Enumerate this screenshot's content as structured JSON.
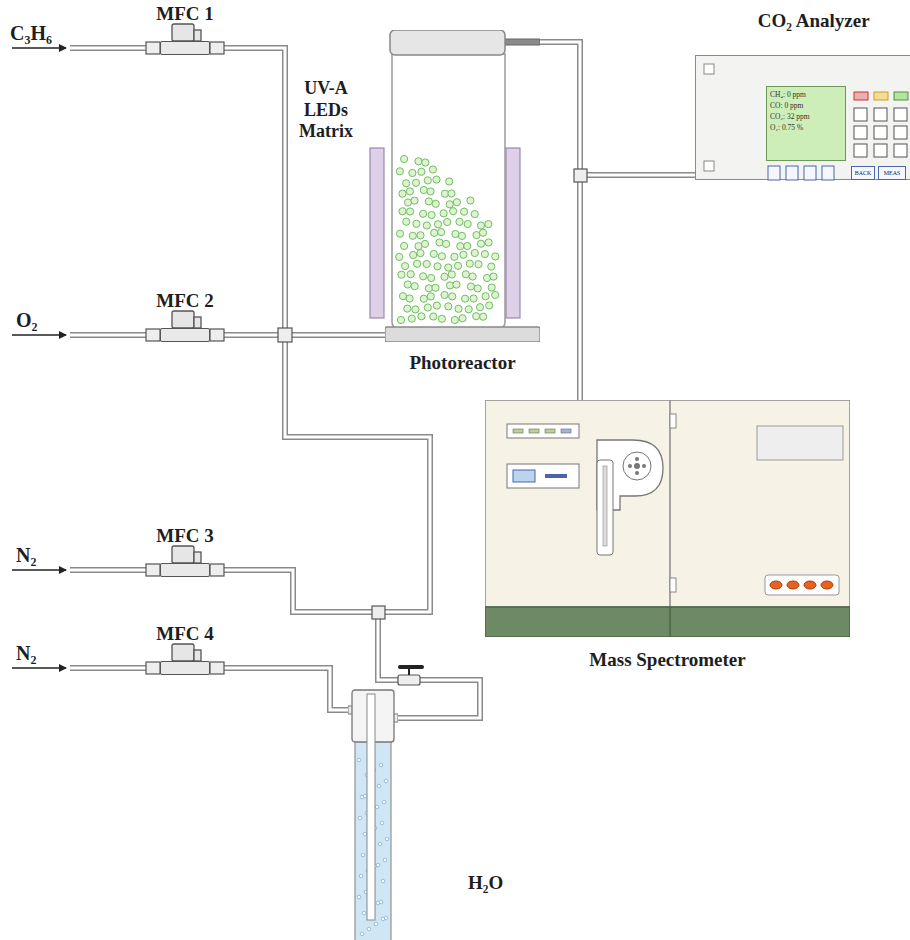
{
  "diagram": {
    "nodes": [
      {
        "text": [
          "MFC 1"
        ]
      },
      {
        "text": [
          "MFC 2"
        ]
      },
      {
        "text": [
          "MFC 3"
        ]
      },
      {
        "text": [
          "MFC 4"
        ]
      },
      {
        "text": [
          "Photoreactor"
        ]
      },
      {
        "text": [
          "CO₂ Analyzer"
        ]
      },
      {
        "text": [
          "CH₄: 0 ppm",
          "CO: 0 ppm",
          "CO₂: 32 ppm",
          "O₂: 0.75 %"
        ],
        "in": 5
      },
      {
        "text": [
          "BACK"
        ],
        "in": 5
      },
      {
        "text": [
          "MEAS"
        ],
        "in": 5
      },
      {
        "text": [
          "Mass Spectrometer"
        ]
      },
      {
        "text": [
          "H₂O"
        ]
      }
    ],
    "edges": [
      {
        "from": 0,
        "to": 4,
        "arrow": "none"
      },
      {
        "from": 1,
        "to": 4,
        "arrow": "none"
      },
      {
        "from": 2,
        "to": 4,
        "arrow": "none"
      },
      {
        "from": 3,
        "to": 10,
        "arrow": "none"
      },
      {
        "from": 10,
        "to": 4,
        "arrow": "none"
      },
      {
        "from": 4,
        "to": 5,
        "arrow": "none"
      },
      {
        "from": 4,
        "to": 9,
        "arrow": "none"
      }
    ],
    "labels": [
      "C₃H₆",
      "O₂",
      "N₂",
      "N₂",
      "UV-A LEDs Matrix"
    ]
  }
}
